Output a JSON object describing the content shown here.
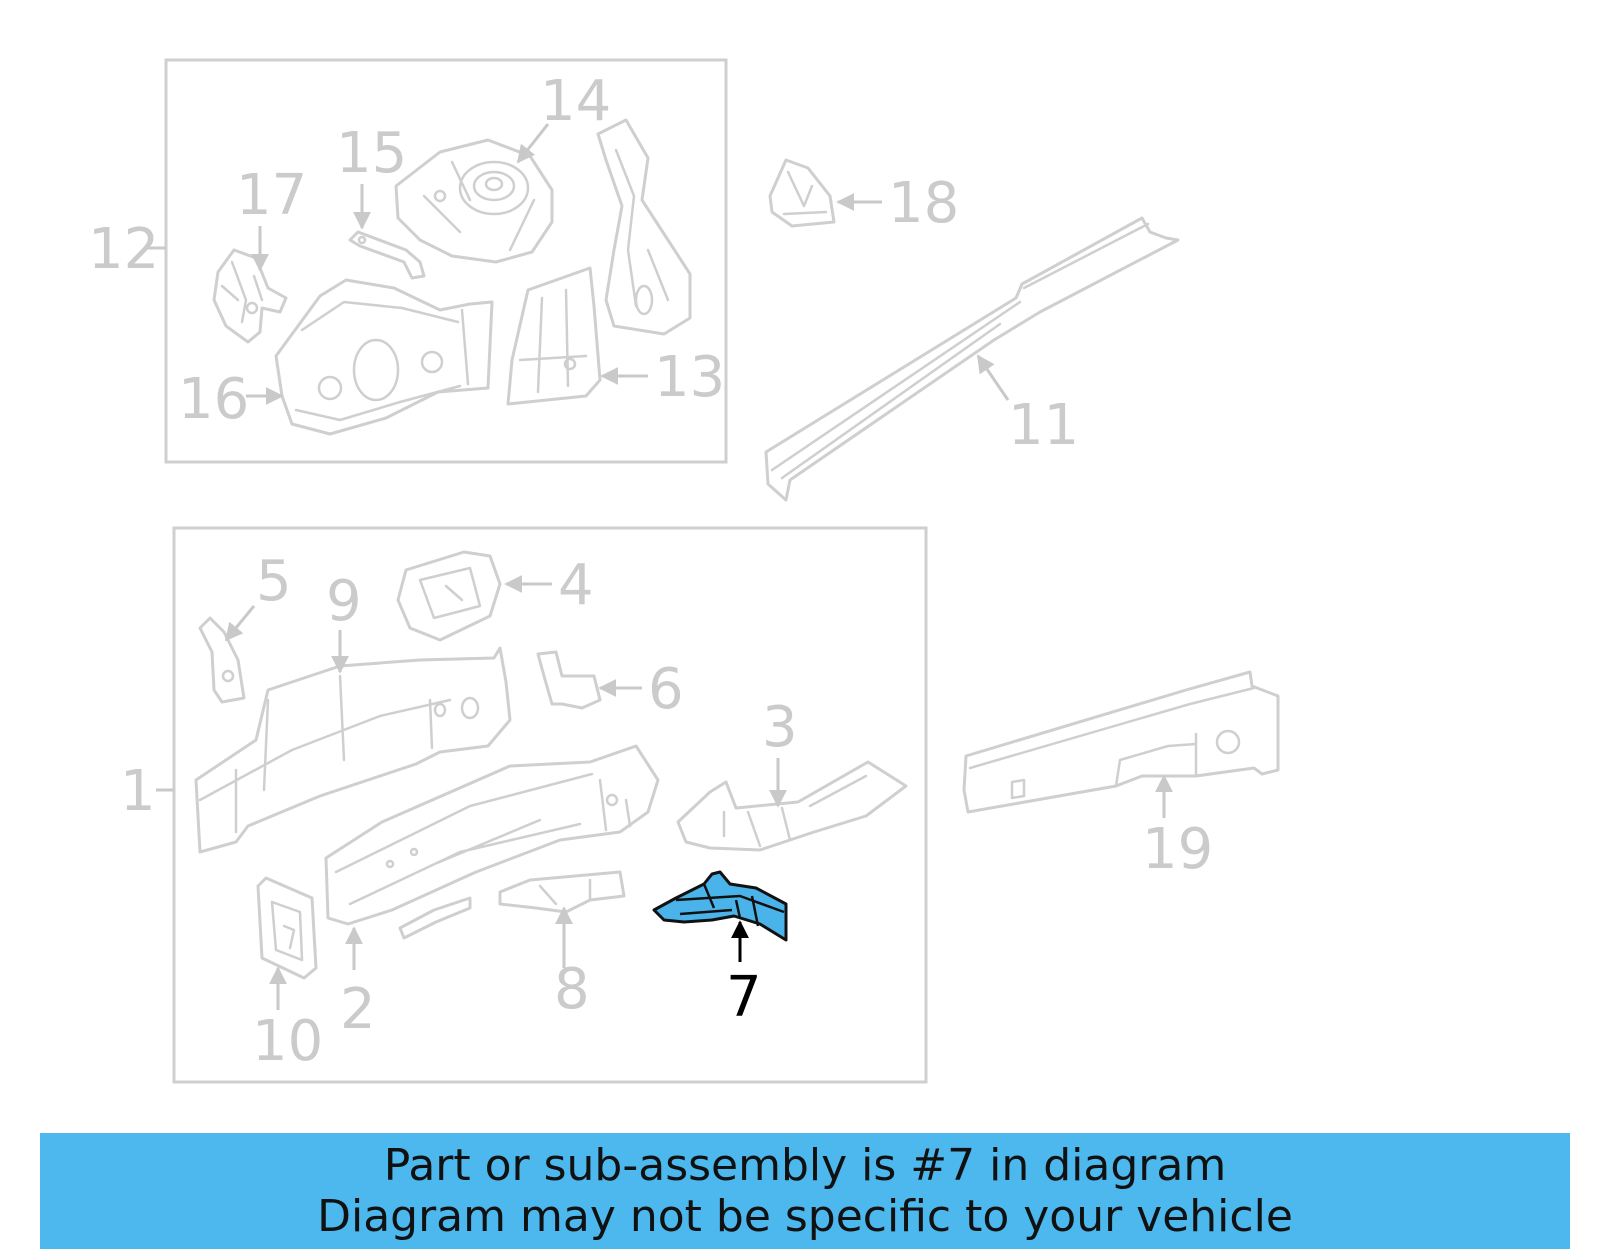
{
  "callouts": {
    "c1": "1",
    "c2": "2",
    "c3": "3",
    "c4": "4",
    "c5": "5",
    "c6": "6",
    "c7": "7",
    "c8": "8",
    "c9": "9",
    "c10": "10",
    "c11": "11",
    "c12": "12",
    "c13": "13",
    "c14": "14",
    "c15": "15",
    "c16": "16",
    "c17": "17",
    "c18": "18",
    "c19": "19"
  },
  "highlight": {
    "part_number": "7",
    "fill_color": "#4ab4ea"
  },
  "banner": {
    "line1": "Part or sub-assembly is #7 in diagram",
    "line2": "Diagram may not be specific to your vehicle",
    "color": "#4cb8ee"
  }
}
